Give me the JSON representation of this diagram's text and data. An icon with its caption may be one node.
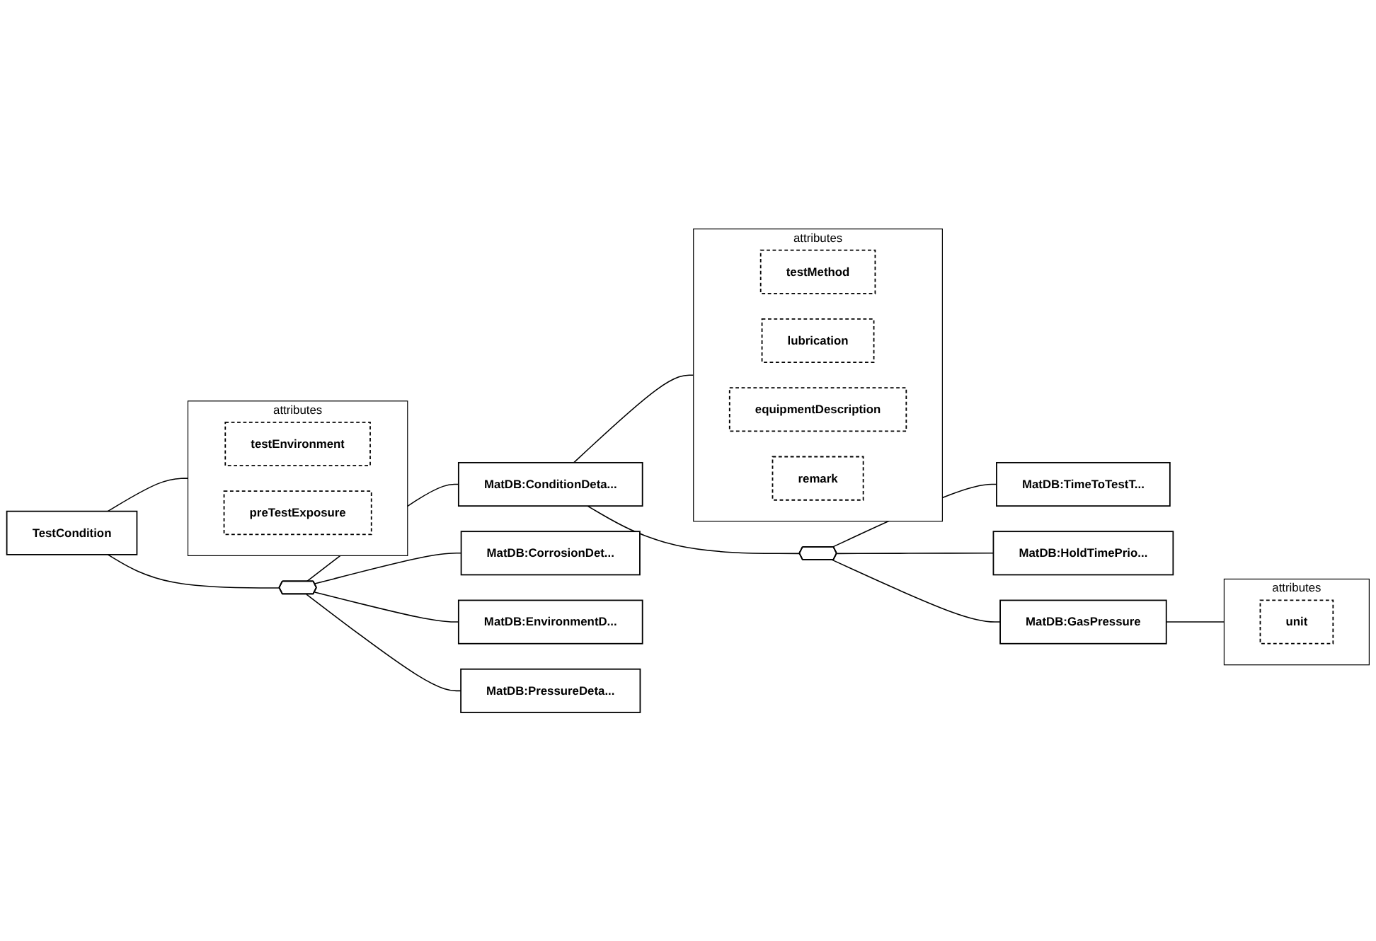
{
  "diagram": {
    "nodes": [
      {
        "text": [
          "TestCondition"
        ]
      },
      {
        "text": [
          "attributes"
        ]
      },
      {
        "text": [
          "testEnvironment"
        ],
        "in": 1
      },
      {
        "text": [
          "preTestExposure"
        ],
        "in": 1
      },
      {
        "text": [],
        "shape": "octagon"
      },
      {
        "text": [
          "MatDB:ConditionDeta..."
        ]
      },
      {
        "text": [
          "attributes"
        ]
      },
      {
        "text": [
          "testMethod"
        ],
        "in": 6
      },
      {
        "text": [
          "lubrication"
        ],
        "in": 6
      },
      {
        "text": [
          "equipmentDescription"
        ],
        "in": 6
      },
      {
        "text": [
          "remark"
        ],
        "in": 6
      },
      {
        "text": [],
        "shape": "octagon"
      },
      {
        "text": [
          "MatDB:TimeToTestT..."
        ]
      },
      {
        "text": [
          "MatDB:HoldTimePrio..."
        ]
      },
      {
        "text": [
          "MatDB:GasPressure"
        ]
      },
      {
        "text": [
          "attributes"
        ]
      },
      {
        "text": [
          "unit"
        ],
        "in": 15
      },
      {
        "text": [
          "MatDB:CorrosionDet..."
        ]
      },
      {
        "text": [
          "MatDB:EnvironmentD..."
        ]
      },
      {
        "text": [
          "MatDB:PressureDeta..."
        ]
      }
    ],
    "edges": [
      {
        "from": 0,
        "to": 1,
        "arrow": "none"
      },
      {
        "from": 0,
        "to": 4,
        "arrow": "none"
      },
      {
        "from": 4,
        "to": 5,
        "arrow": "none"
      },
      {
        "from": 5,
        "to": 6,
        "arrow": "none"
      },
      {
        "from": 5,
        "to": 11,
        "arrow": "none"
      },
      {
        "from": 11,
        "to": 12,
        "arrow": "none"
      },
      {
        "from": 11,
        "to": 13,
        "arrow": "none"
      },
      {
        "from": 11,
        "to": 14,
        "arrow": "none"
      },
      {
        "from": 14,
        "to": 15,
        "arrow": "none"
      },
      {
        "from": 4,
        "to": 17,
        "arrow": "none"
      },
      {
        "from": 4,
        "to": 18,
        "arrow": "none"
      },
      {
        "from": 4,
        "to": 19,
        "arrow": "none"
      }
    ]
  }
}
